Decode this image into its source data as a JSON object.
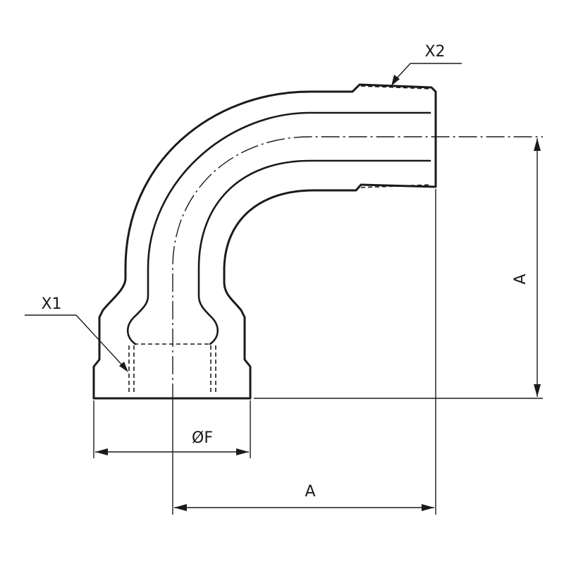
{
  "labels": {
    "x1": "X1",
    "x2": "X2",
    "dim_a_vertical": "A",
    "dim_a_horizontal": "A",
    "dim_f": "ØF"
  },
  "colors": {
    "line": "#1a1a1a",
    "background": "#ffffff"
  }
}
